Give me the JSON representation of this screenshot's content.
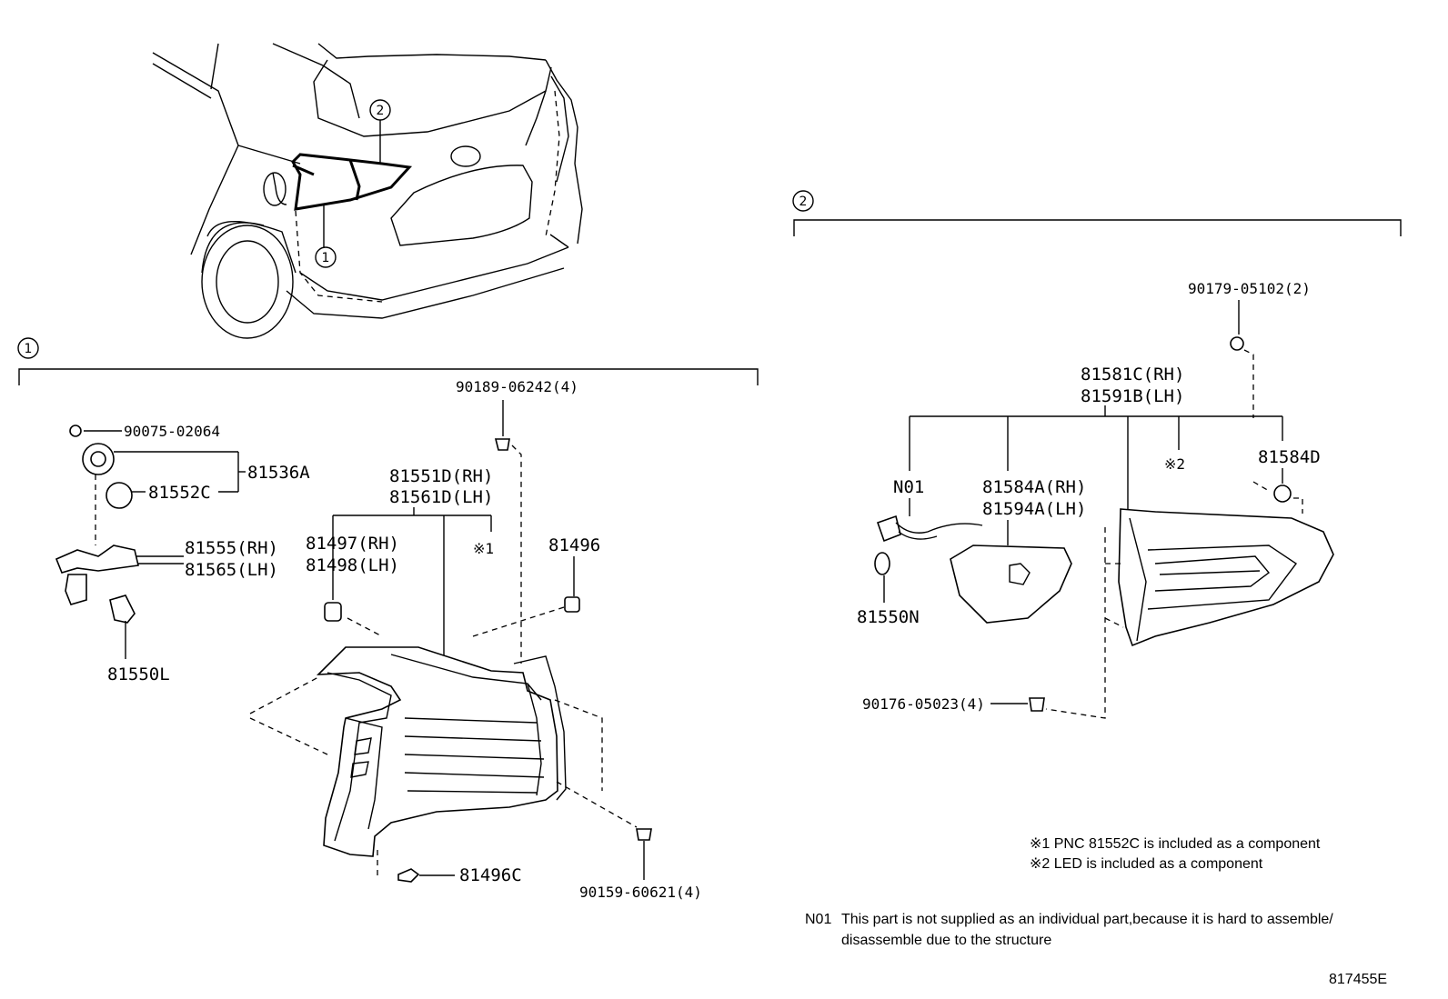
{
  "sections": {
    "section1_marker": "1",
    "section2_marker": "2"
  },
  "car_callouts": [
    "1",
    "2"
  ],
  "labels": {
    "p90075": "90075-02064",
    "p81536A": "81536A",
    "p81552C": "81552C",
    "p81555": "81555(RH)",
    "p81565": "81565(LH)",
    "p81550L": "81550L",
    "p90189": "90189-06242(4)",
    "p81551D": "81551D(RH)",
    "p81561D": "81561D(LH)",
    "p81497": "81497(RH)",
    "p81498": "81498(LH)",
    "ref1": "※1",
    "p81496": "81496",
    "p81496C": "81496C",
    "p90159": "90159-60621(4)",
    "p90179": "90179-05102(2)",
    "p81581C": "81581C(RH)",
    "p81591B": "81591B(LH)",
    "ref2": "※2",
    "p81584D": "81584D",
    "pN01": "N01",
    "p81584A": "81584A(RH)",
    "p81594A": "81594A(LH)",
    "p81550N": "81550N",
    "p90176": "90176-05023(4)"
  },
  "notes": {
    "note1": "※1 PNC 81552C is included as a component",
    "note2": "※2 LED is included as a component",
    "n01_code": "N01",
    "n01_line1": "This part is not supplied as an individual part,because it is hard to assemble/",
    "n01_line2": "disassemble due to the structure"
  },
  "diagram_id": "817455E"
}
